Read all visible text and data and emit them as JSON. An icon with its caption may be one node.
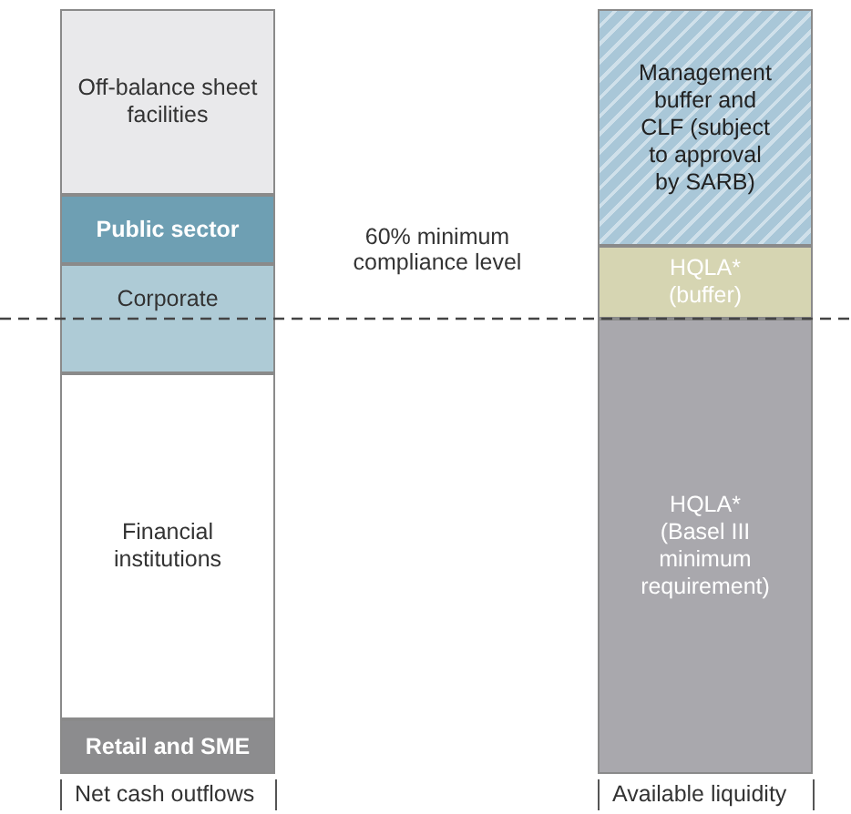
{
  "diagram": {
    "nodes": [
      {
        "text": [
          "Off-balance sheet facilities"
        ]
      },
      {
        "text": [
          "Public sector"
        ]
      },
      {
        "text": [
          "Corporate"
        ]
      },
      {
        "text": [
          "Financial institutions"
        ]
      },
      {
        "text": [
          "Retail and SME"
        ]
      },
      {
        "text": [
          "Management buffer and CLF (subject to approval by SARB)"
        ]
      },
      {
        "text": [
          "HQLA* (buffer)"
        ]
      },
      {
        "text": [
          "HQLA* (Basel III minimum requirement)"
        ]
      }
    ],
    "edges": [],
    "labels": [
      "60% minimum compliance level",
      "Net cash outflows",
      "Available liquidity"
    ]
  }
}
